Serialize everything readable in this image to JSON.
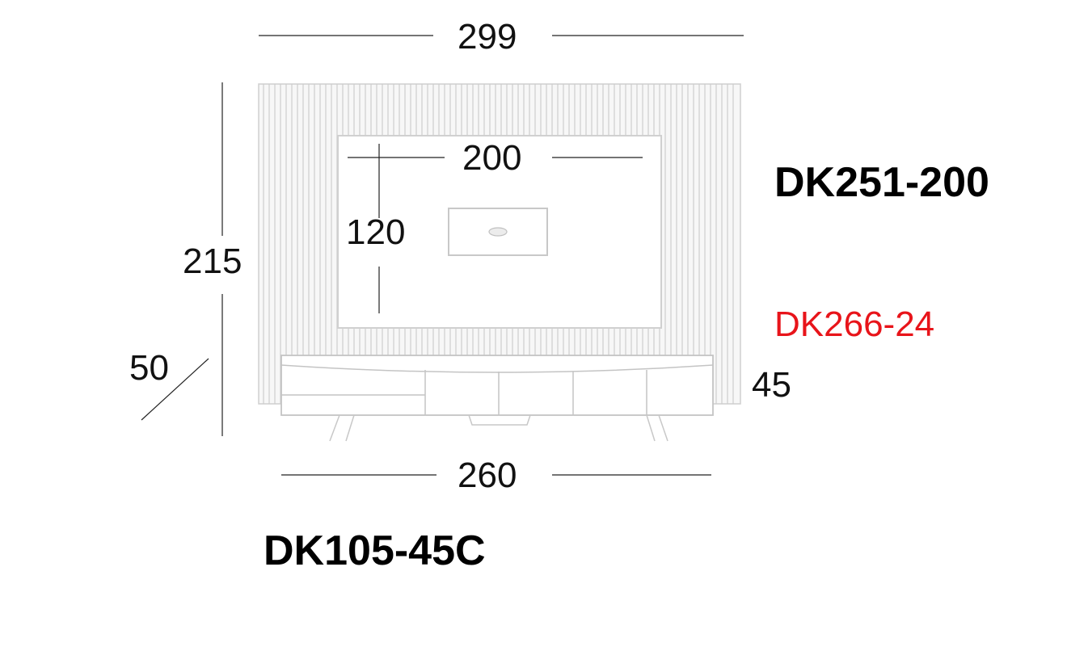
{
  "dimensions": {
    "overall_width": "299",
    "panel_opening_width": "200",
    "panel_opening_height": "120",
    "overall_height": "215",
    "depth": "50",
    "unit_height": "45",
    "unit_width": "260"
  },
  "codes": {
    "wall_panel": "DK251-200",
    "accessory": "DK266-24",
    "tv_unit": "DK105-45C"
  },
  "colors": {
    "accessory_code": "#e8141a",
    "line": "#222222",
    "furniture_stroke": "#c4c4c4"
  }
}
